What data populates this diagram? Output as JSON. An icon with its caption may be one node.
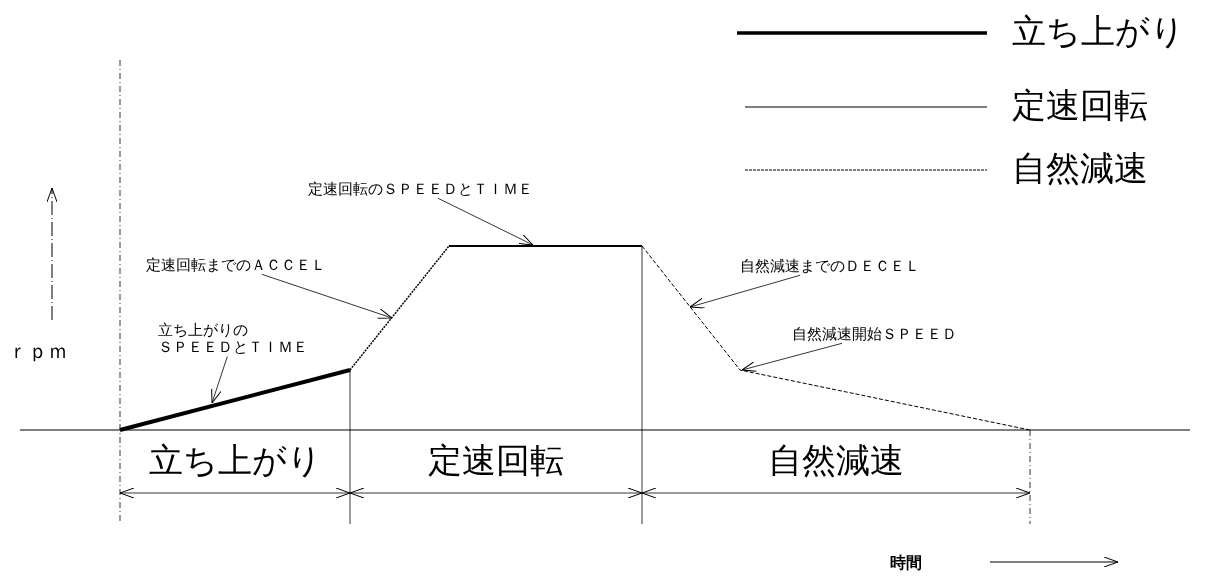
{
  "diagram": {
    "nodes": [
      {
        "text": [
          "定速回転のＳＰＥＥＤとＴＩＭＥ"
        ]
      },
      {
        "text": [
          "定速回転までのＡＣＣＥＬ"
        ]
      },
      {
        "text": [
          "自然減速までのＤＥＣＥＬ"
        ]
      },
      {
        "text": [
          "自然減速開始ＳＰＥＥＤ"
        ]
      },
      {
        "text": [
          "立ち上がりのＳＰＥＥＤとＴＩＭＥ"
        ]
      }
    ],
    "edges": [
      {
        "from": 0,
        "to": null,
        "arrow": "to"
      },
      {
        "from": 1,
        "to": null,
        "arrow": "to"
      },
      {
        "from": 2,
        "to": null,
        "arrow": "to"
      },
      {
        "from": 3,
        "to": null,
        "arrow": "to"
      },
      {
        "from": 4,
        "to": null,
        "arrow": "to"
      }
    ],
    "labels": [
      "ｒｐｍ",
      "立ち上がり",
      "定速回転",
      "自然減速",
      "時間"
    ],
    "legend": [
      {
        "text": "立ち上がり"
      },
      {
        "text": "定速回転"
      },
      {
        "text": "自然減速"
      }
    ]
  }
}
